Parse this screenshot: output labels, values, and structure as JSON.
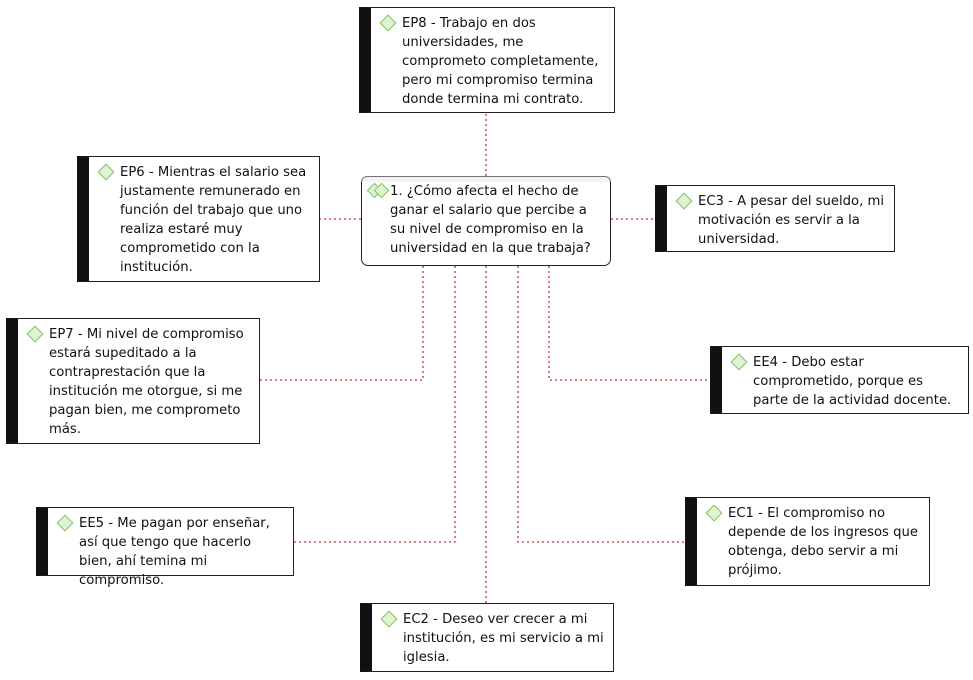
{
  "central": {
    "text": "1. ¿Cómo afecta el hecho de ganar el salario que percibe a su nivel de compromiso en la universidad en la que trabaja?"
  },
  "nodes": {
    "ep8": "EP8 - Trabajo en dos universidades, me comprometo completamente, pero mi compromiso termina donde termina mi contrato.",
    "ep6": "EP6 - Mientras el salario sea justamente remunerado en función del trabajo que uno realiza estaré muy comprometido con la institución.",
    "ec3": "EC3 - A pesar del sueldo, mi motivación es servir a la universidad.",
    "ep7": "EP7 - Mi nivel de compromiso estará supeditado a la contraprestación que la institución me otorgue, si me pagan bien, me comprometo más.",
    "ee4": "EE4 - Debo estar comprometido, porque es parte de la actividad docente.",
    "ee5": "EE5 - Me pagan por enseñar, así que tengo que hacerlo bien, ahí temina mi compromiso.",
    "ec1": "EC1 - El compromiso no depende de los ingresos que obtenga, debo servir a mi prójimo.",
    "ec2": "EC2 - Deseo ver crecer a mi institución, es mi servicio a mi iglesia."
  },
  "colors": {
    "link": "#c0392b",
    "node_bar": "#111111",
    "icon_stroke": "#7dc65d",
    "icon_fill": "#dff2d3"
  }
}
